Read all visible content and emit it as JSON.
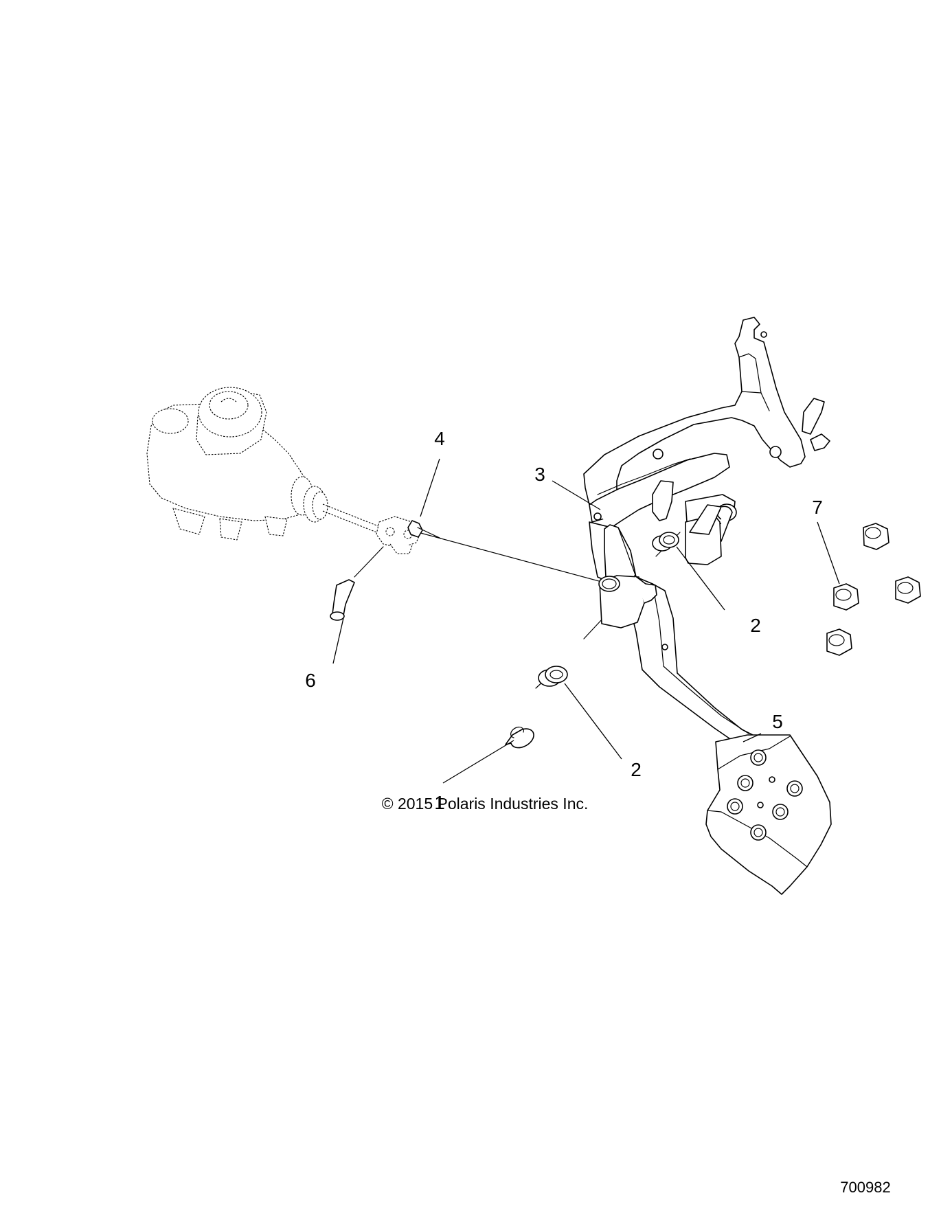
{
  "callouts": {
    "c1": "1",
    "c2a": "2",
    "c2b": "2",
    "c3": "3",
    "c4": "4",
    "c5": "5",
    "c6": "6",
    "c7": "7"
  },
  "copyright": "© 2015 Polaris Industries Inc.",
  "document_number": "700982",
  "icons": {
    "master_cylinder": "master-cylinder-icon",
    "bracket": "pedal-bracket-icon",
    "pedal": "brake-pedal-icon",
    "nut": "flange-nut-icon",
    "bushing": "bushing-icon",
    "e_clip": "e-clip-icon",
    "cotter_pin": "cotter-pin-icon",
    "clevis_pin": "clevis-pin-icon"
  }
}
